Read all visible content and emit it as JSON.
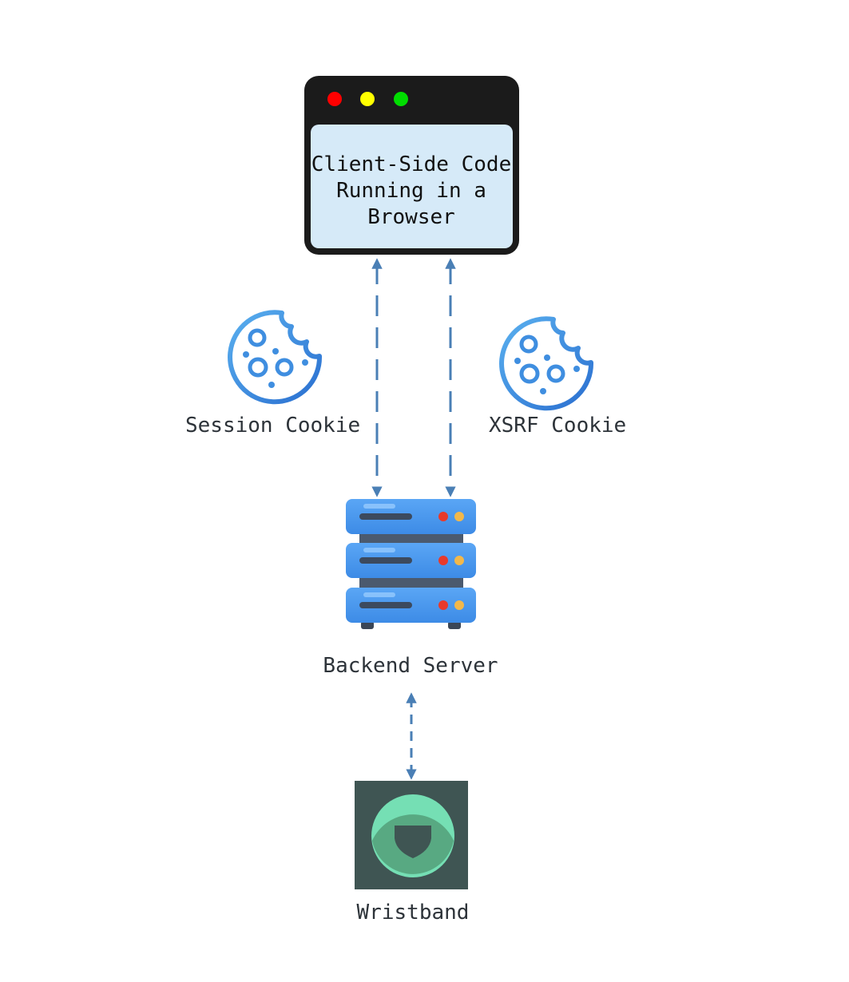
{
  "browser": {
    "line1": "Client-Side Code",
    "line2": "Running in a",
    "line3": "Browser"
  },
  "labels": {
    "session_cookie": "Session Cookie",
    "xsrf_cookie": "XSRF Cookie",
    "backend_server": "Backend Server",
    "wristband": "Wristband"
  },
  "colors": {
    "arrow": "#4a7fb5",
    "browser_bar": "#1b1b1b",
    "browser_body": "#d6eaf8",
    "dot_red": "#ff0000",
    "dot_yellow": "#ffff00",
    "dot_green": "#00dd00",
    "wristband_bg": "#3f5553",
    "wristband_mint": "#75dfb4",
    "wristband_green": "#58a982"
  },
  "icons": {
    "browser": "browser-window-icon",
    "session_cookie": "cookie-icon",
    "xsrf_cookie": "cookie-icon",
    "server": "server-rack-icon",
    "wristband": "wristband-logo-icon"
  }
}
